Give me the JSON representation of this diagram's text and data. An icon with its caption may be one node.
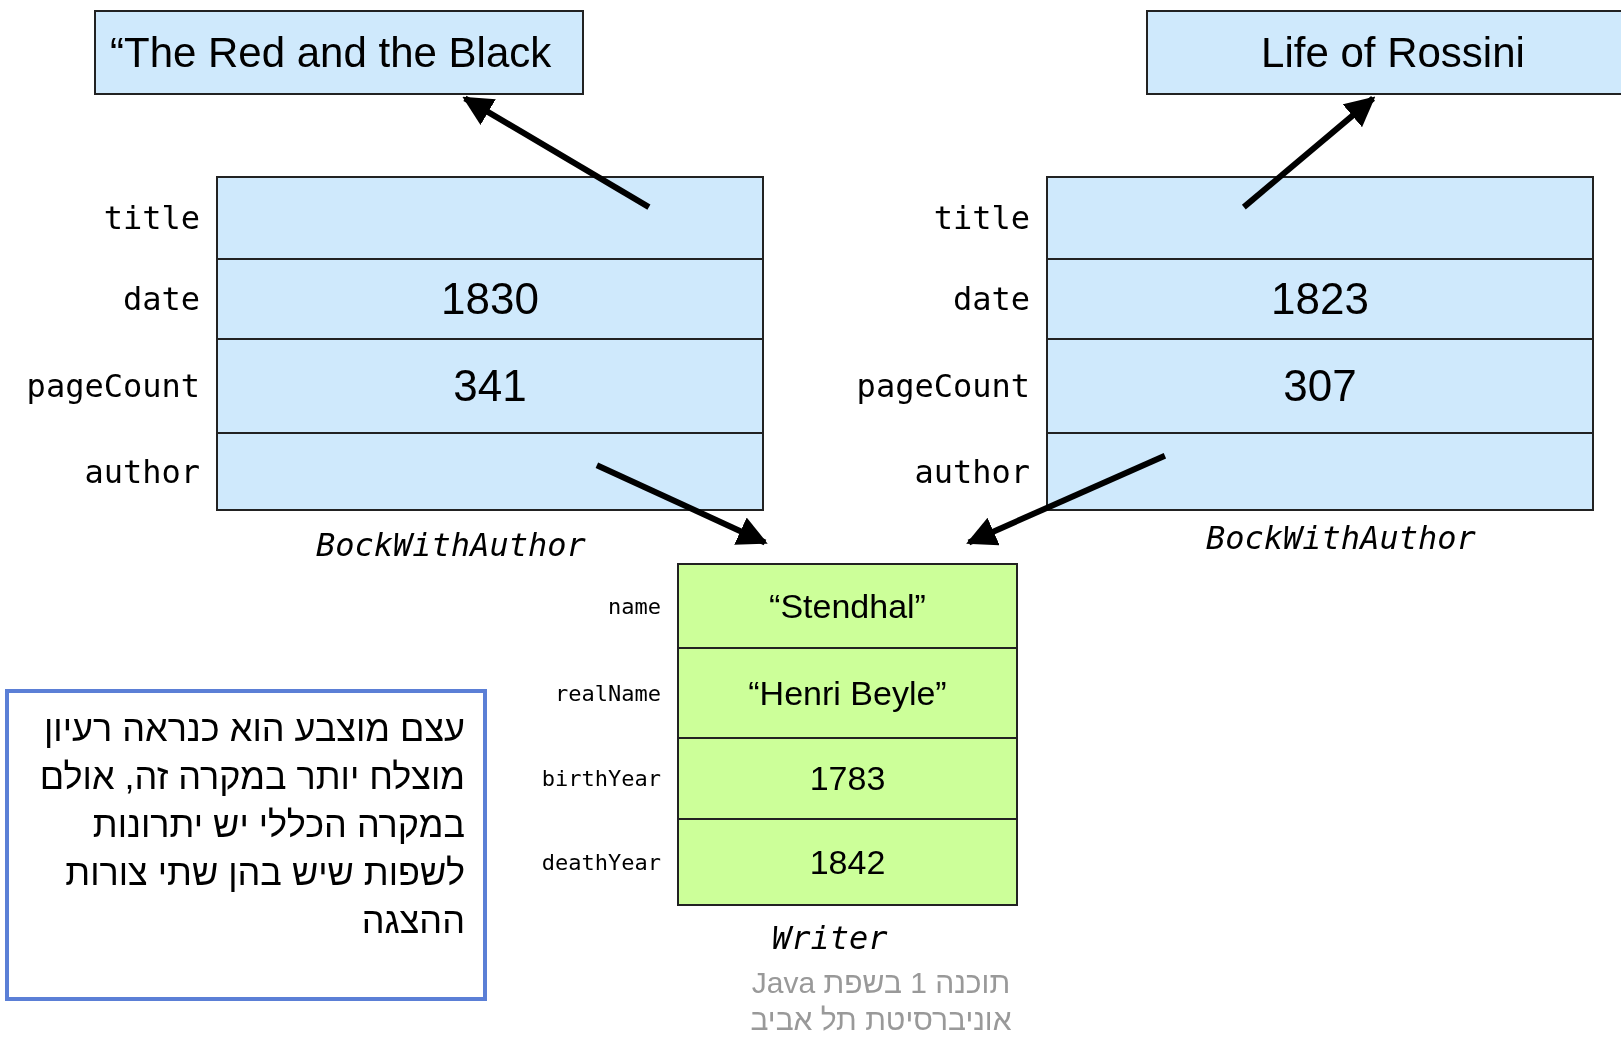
{
  "diagram": {
    "nodes": [
      {
        "text": [
          "“The Red and the Black"
        ]
      },
      {
        "text": [
          "Life of Rossini"
        ]
      },
      {
        "text": [
          "BockWithAuthor"
        ]
      },
      {
        "text": [
          "title"
        ],
        "in": 2
      },
      {
        "text": [
          "date",
          "1830"
        ],
        "in": 2
      },
      {
        "text": [
          "pageCount",
          "341"
        ],
        "in": 2
      },
      {
        "text": [
          "author"
        ],
        "in": 2
      },
      {
        "text": [
          "BockWithAuthor"
        ]
      },
      {
        "text": [
          "title"
        ],
        "in": 7
      },
      {
        "text": [
          "date",
          "1823"
        ],
        "in": 7
      },
      {
        "text": [
          "pageCount",
          "307"
        ],
        "in": 7
      },
      {
        "text": [
          "author"
        ],
        "in": 7
      },
      {
        "text": [
          "Writer"
        ]
      },
      {
        "text": [
          "name",
          "“Stendhal”"
        ],
        "in": 12
      },
      {
        "text": [
          "realName",
          "“Henri Beyle”"
        ],
        "in": 12
      },
      {
        "text": [
          "birthYear",
          "1783"
        ],
        "in": 12
      },
      {
        "text": [
          "deathYear",
          "1842"
        ],
        "in": 12
      },
      {
        "text": [
          "עצם מוצבע הוא כנראה רעיון מוצלח יותר במקרה זה, אולם במקרה הכללי  יש יתרונות לשפות שיש בהן שתי צורות ההצגה"
        ]
      }
    ],
    "edges": [
      {
        "from": 3,
        "to": 0,
        "arrow": "to"
      },
      {
        "from": 8,
        "to": 1,
        "arrow": "to"
      },
      {
        "from": 6,
        "to": 12,
        "arrow": "to"
      },
      {
        "from": 11,
        "to": 12,
        "arrow": "to"
      }
    ],
    "labels": [
      "תוכנה 1 בשפת  Java",
      "אוניברסיטת תל אביב"
    ]
  }
}
